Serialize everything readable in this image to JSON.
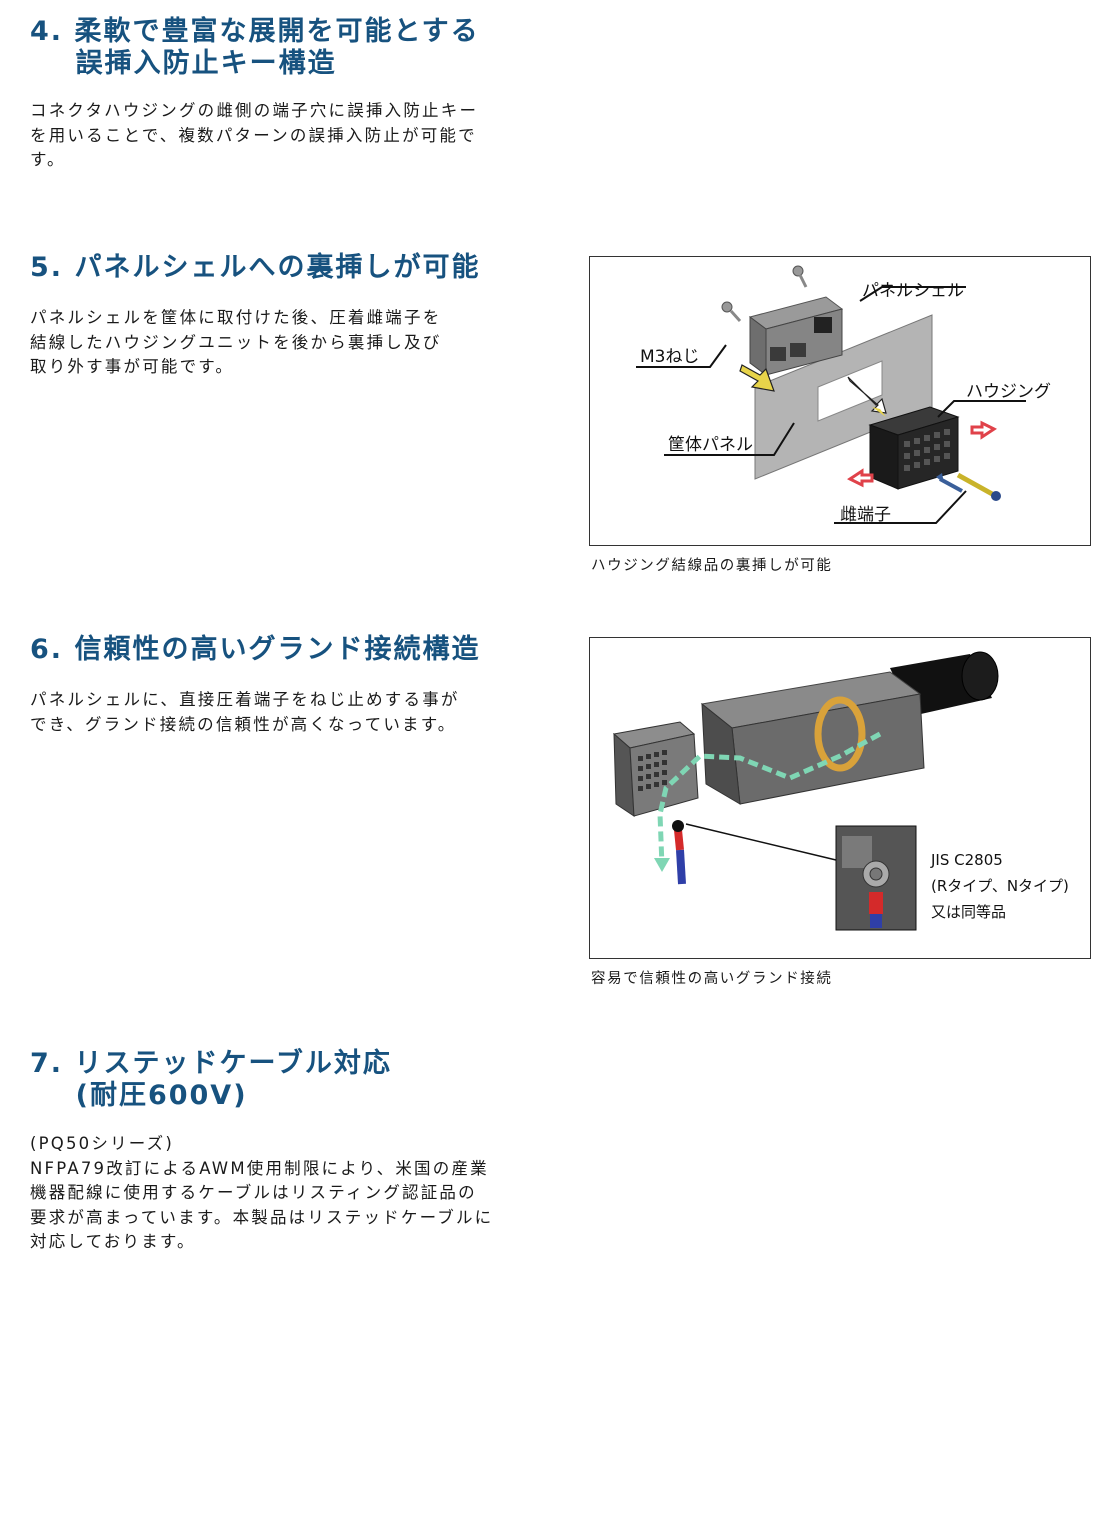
{
  "sections": [
    {
      "heading_line1": "4. 柔軟で豊富な展開を可能とする",
      "heading_line2": "    誤挿入防止キー構造",
      "body": "コネクタハウジングの雌側の端子穴に誤挿入防止キー\nを用いることで、複数パターンの誤挿入防止が可能で\nす。"
    },
    {
      "heading_line1": "5. パネルシェルへの裏挿しが可能",
      "body": "パネルシェルを筐体に取付けた後、圧着雌端子を\n結線したハウジングユニットを後から裏挿し及び\n取り外す事が可能です。"
    },
    {
      "heading_line1": "6. 信頼性の高いグランド接続構造",
      "body": "パネルシェルに、直接圧着端子をねじ止めする事が\nでき、グランド接続の信頼性が高くなっています。"
    },
    {
      "heading_line1": "7. リステッドケーブル対応",
      "heading_line2": "    (耐圧600V)",
      "body": "(PQ50シリーズ)\nNFPA79改訂によるAWM使用制限により、米国の産業\n機器配線に使用するケーブルはリスティング認証品の\n要求が高まっています。本製品はリステッドケーブルに\n対応しております。"
    }
  ],
  "figure1": {
    "labels": {
      "panel_shell": "パネルシェル",
      "m3_screw": "M3ねじ",
      "housing": "ハウジング",
      "enclosure_panel": "筐体パネル",
      "female_terminal": "雌端子"
    },
    "caption": "ハウジング結線品の裏挿しが可能"
  },
  "figure2": {
    "callout_line1": "JIS C2805",
    "callout_line2": "(Rタイプ、Nタイプ)",
    "callout_line3": "又は同等品",
    "caption": "容易で信頼性の高いグランド接続"
  },
  "colors": {
    "heading": "#17527f",
    "arrow_yellow": "#e8d44a",
    "arrow_red": "#e0424a",
    "arrow_green": "#7fd6b4",
    "wire_red": "#d42a2a",
    "wire_blue": "#2f3fa8"
  }
}
